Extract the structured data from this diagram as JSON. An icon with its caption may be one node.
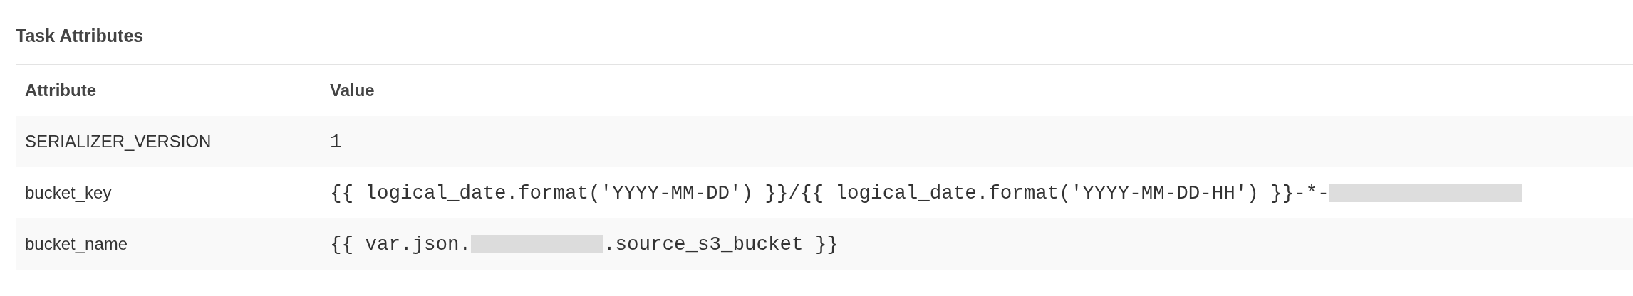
{
  "diagram": {
    "title": "Task Attributes",
    "labels": [
      "Attribute",
      "Value",
      "SERIALIZER_VERSION",
      "1",
      "bucket_key",
      "{{ logical_date.format('YYYY-MM-DD') }}/{{ logical_date.format('YYYY-MM-DD-HH') }}-*-",
      "bucket_name",
      "{{ var.json.",
      ".source_s3_bucket }}"
    ]
  }
}
